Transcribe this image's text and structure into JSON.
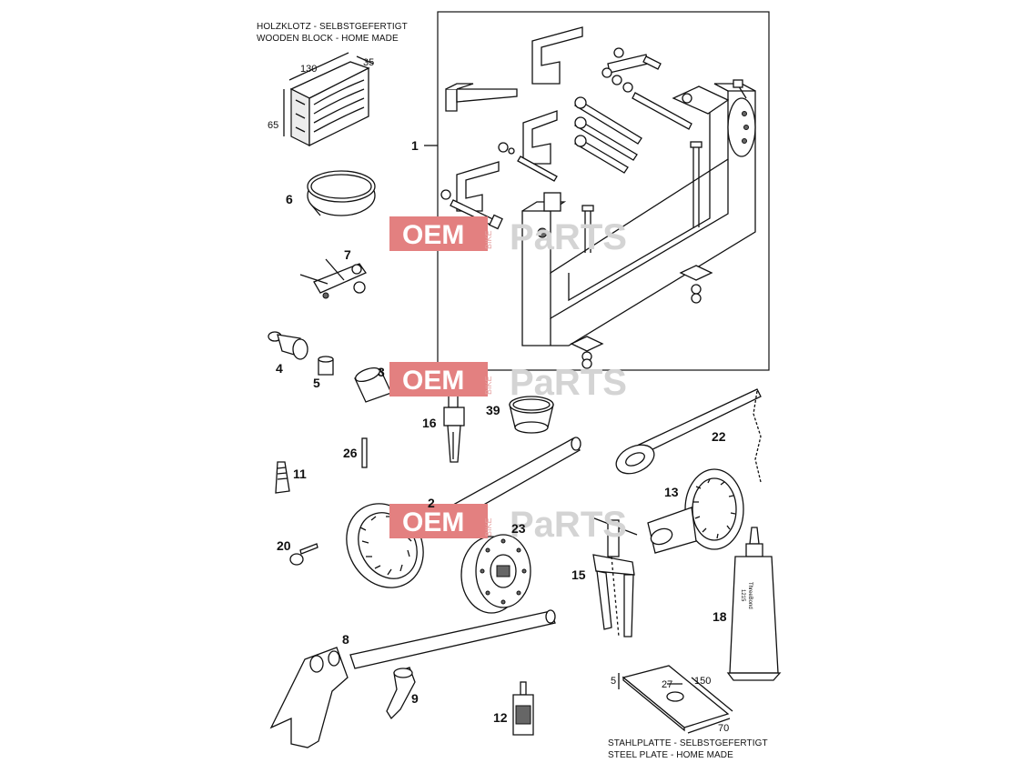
{
  "notes": {
    "wood_block_de": "HOLZKLOTZ - SELBSTGEFERTIGT",
    "wood_block_en": "WOODEN BLOCK - HOME MADE",
    "steel_plate_de": "STAHLPLATTE - SELBSTGEFERTIGT",
    "steel_plate_en": "STEEL PLATE - HOME MADE"
  },
  "dimensions": {
    "block_length": "130",
    "block_depth": "35",
    "block_height": "65",
    "plate_thickness": "5",
    "plate_hole": "27",
    "plate_length": "150",
    "plate_width": "70"
  },
  "callouts": {
    "p1": "1",
    "p2": "2",
    "p3": "3",
    "p4": "4",
    "p5": "5",
    "p6": "6",
    "p7": "7",
    "p8": "8",
    "p9": "9",
    "p11": "11",
    "p12": "12",
    "p13": "13",
    "p15": "15",
    "p16": "16",
    "p18": "18",
    "p20": "20",
    "p22": "22",
    "p23": "23",
    "p26": "26",
    "p39": "39"
  },
  "tube_label": {
    "brand": "ThreeBond",
    "code": "1215"
  },
  "watermark": {
    "oem": "OEM",
    "bike": "BIKE",
    "parts": "PaRTS"
  },
  "colors": {
    "watermark_red": "#e38080",
    "watermark_gray": "#d4d4d4",
    "line": "#111111"
  }
}
